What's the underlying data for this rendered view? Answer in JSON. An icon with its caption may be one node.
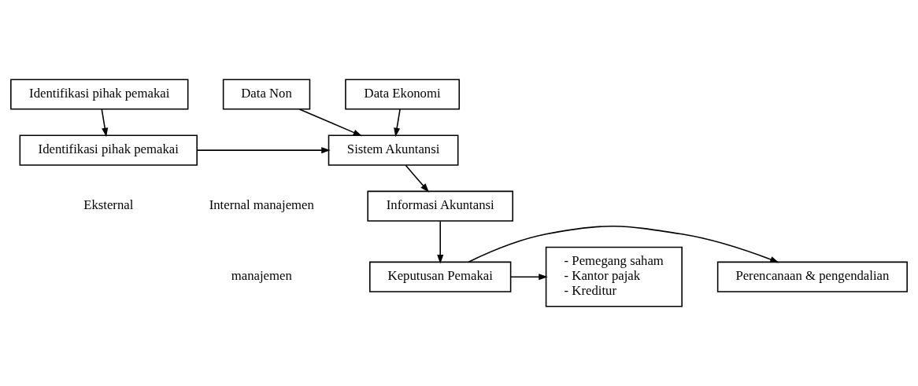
{
  "diagram": {
    "nodes": [
      {
        "text": [
          "Data Non"
        ]
      },
      {
        "text": [
          "Data Ekonomi"
        ]
      },
      {
        "text": [
          "Identifikasi pihak pemakai"
        ]
      },
      {
        "text": [
          "Sistem Akuntansi"
        ]
      },
      {
        "text": [
          "Identifikasi pihak pemakai"
        ]
      },
      {
        "text": [
          "Informasi Akuntansi"
        ]
      },
      {
        "text": [
          "Perencanaan & pengendalian"
        ]
      },
      {
        "text": [
          "Keputusan Pemakai"
        ]
      },
      {
        "text": [
          "- Pemegang saham",
          "- Kantor pajak",
          "- Kreditur"
        ]
      }
    ],
    "edges": [
      {
        "from": 0,
        "to": 3,
        "arrow": "to"
      },
      {
        "from": 1,
        "to": 3,
        "arrow": "to"
      },
      {
        "from": 2,
        "to": 4,
        "arrow": "to"
      },
      {
        "from": 4,
        "to": 3,
        "arrow": "to"
      },
      {
        "from": 3,
        "to": 5,
        "arrow": "to"
      },
      {
        "from": 5,
        "to": 7,
        "arrow": "to"
      },
      {
        "from": 7,
        "to": 6,
        "arrow": "to"
      },
      {
        "from": 7,
        "to": 8,
        "arrow": "to"
      }
    ],
    "labels": [
      "Internal manajemen",
      "manajemen",
      "Eksternal"
    ]
  }
}
